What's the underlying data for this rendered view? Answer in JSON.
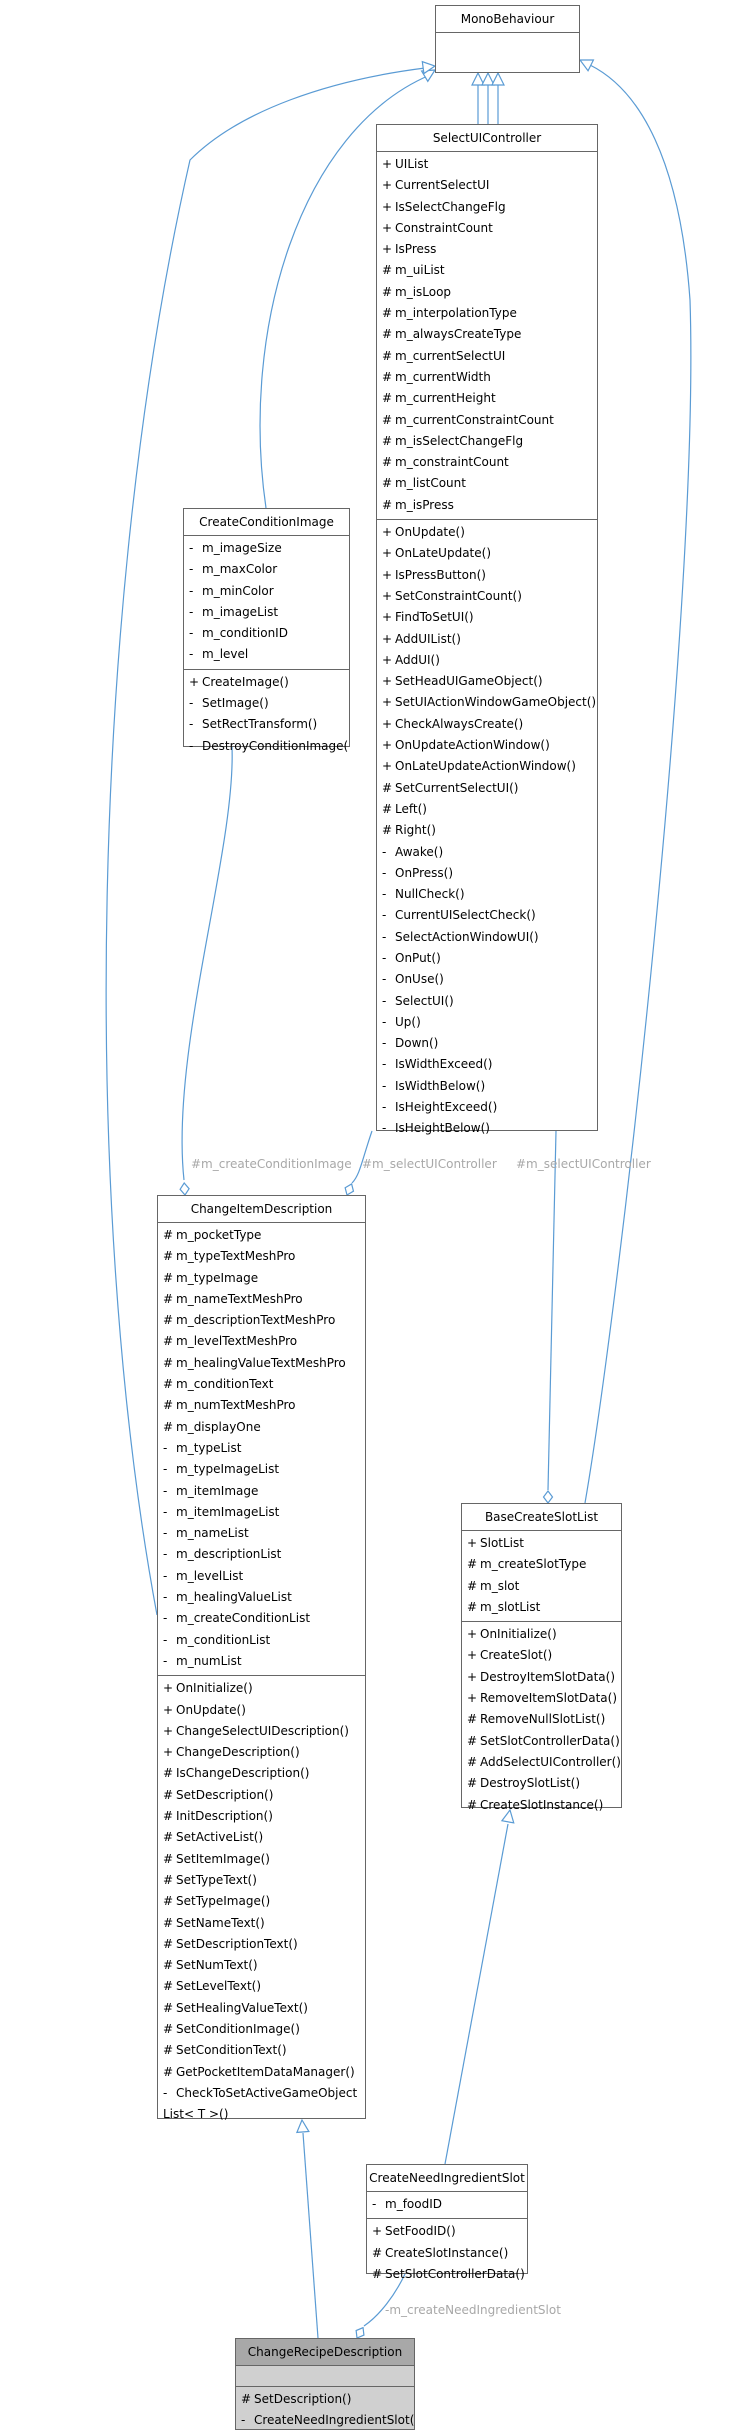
{
  "colors": {
    "edge": "#5a9bd4",
    "border": "#666666",
    "label": "#a8a8a8",
    "highlight_fill": "#d0d0d0",
    "highlight_title": "#a8a8a8"
  },
  "nodes": [
    {
      "id": "mono",
      "title": "MonoBehaviour",
      "sections": [
        []
      ]
    },
    {
      "id": "select",
      "title": "SelectUIController",
      "sections": [
        [
          "+ UIList",
          "+ CurrentSelectUI",
          "+ IsSelectChangeFlg",
          "+ ConstraintCount",
          "+ IsPress",
          "# m_uiList",
          "# m_isLoop",
          "# m_interpolationType",
          "# m_alwaysCreateType",
          "# m_currentSelectUI",
          "# m_currentWidth",
          "# m_currentHeight",
          "# m_currentConstraintCount",
          "# m_isSelectChangeFlg",
          "# m_constraintCount",
          "# m_listCount",
          "# m_isPress"
        ],
        [
          "+ OnUpdate()",
          "+ OnLateUpdate()",
          "+ IsPressButton()",
          "+ SetConstraintCount()",
          "+ FindToSetUI()",
          "+ AddUIList()",
          "+ AddUI()",
          "+ SetHeadUIGameObject()",
          "+ SetUIActionWindowGameObject()",
          "+ CheckAlwaysCreate()",
          "+ OnUpdateActionWindow()",
          "+ OnLateUpdateActionWindow()",
          "# SetCurrentSelectUI()",
          "# Left()",
          "# Right()",
          "- Awake()",
          "- OnPress()",
          "- NullCheck()",
          "- CurrentUISelectCheck()",
          "- SelectActionWindowUI()",
          "- OnPut()",
          "- OnUse()",
          "- SelectUI()",
          "- Up()",
          "- Down()",
          "- IsWidthExceed()",
          "- IsWidthBelow()",
          "- IsHeightExceed()",
          "- IsHeightBelow()"
        ]
      ]
    },
    {
      "id": "cond",
      "title": "CreateConditionImage",
      "sections": [
        [
          "- m_imageSize",
          "- m_maxColor",
          "- m_minColor",
          "- m_imageList",
          "- m_conditionID",
          "- m_level"
        ],
        [
          "+ CreateImage()",
          "- SetImage()",
          "- SetRectTransform()",
          "- DestroyConditionImage()"
        ]
      ]
    },
    {
      "id": "cid",
      "title": "ChangeItemDescription",
      "sections": [
        [
          "# m_pocketType",
          "# m_typeTextMeshPro",
          "# m_typeImage",
          "# m_nameTextMeshPro",
          "# m_descriptionTextMeshPro",
          "# m_levelTextMeshPro",
          "# m_healingValueTextMeshPro",
          "# m_conditionText",
          "# m_numTextMeshPro",
          "# m_displayOne",
          "- m_typeList",
          "- m_typeImageList",
          "- m_itemImage",
          "- m_itemImageList",
          "- m_nameList",
          "- m_descriptionList",
          "- m_levelList",
          "- m_healingValueList",
          "- m_createConditionList",
          "- m_conditionList",
          "- m_numList"
        ],
        [
          "+ OnInitialize()",
          "+ OnUpdate()",
          "+ ChangeSelectUIDescription()",
          "+ ChangeDescription()",
          "# IsChangeDescription()",
          "# SetDescription()",
          "# InitDescription()",
          "# SetActiveList()",
          "# SetItemImage()",
          "# SetTypeText()",
          "# SetTypeImage()",
          "# SetNameText()",
          "# SetDescriptionText()",
          "# SetNumText()",
          "# SetLevelText()",
          "# SetHealingValueText()",
          "# SetConditionImage()",
          "# SetConditionText()",
          "# GetPocketItemDataManager()",
          "- CheckToSetActiveGameObject",
          "  List< T >()"
        ]
      ]
    },
    {
      "id": "bcsl",
      "title": "BaseCreateSlotList",
      "sections": [
        [
          "+ SlotList",
          "# m_createSlotType",
          "# m_slot",
          "# m_slotList"
        ],
        [
          "+ OnInitialize()",
          "+ CreateSlot()",
          "+ DestroyItemSlotData()",
          "+ RemoveItemSlotData()",
          "# RemoveNullSlotList()",
          "# SetSlotControllerData()",
          "# AddSelectUIController()",
          "# DestroySlotList()",
          "# CreateSlotInstance()"
        ]
      ]
    },
    {
      "id": "cnis",
      "title": "CreateNeedIngredientSlot",
      "sections": [
        [
          "- m_foodID"
        ],
        [
          "+ SetFoodID()",
          "# CreateSlotInstance()",
          "# SetSlotControllerData()"
        ]
      ]
    },
    {
      "id": "crd",
      "title": "ChangeRecipeDescription",
      "highlight": true,
      "sections": [
        [],
        [
          "# SetDescription()",
          "- CreateNeedIngredientSlot()"
        ]
      ]
    }
  ],
  "edge_labels": [
    {
      "id": "l1",
      "text": "#m_createConditionImage"
    },
    {
      "id": "l2",
      "text": "#m_selectUIController"
    },
    {
      "id": "l3",
      "text": "#m_selectUIController"
    },
    {
      "id": "l4",
      "text": "-m_createNeedIngredientSlot"
    }
  ]
}
